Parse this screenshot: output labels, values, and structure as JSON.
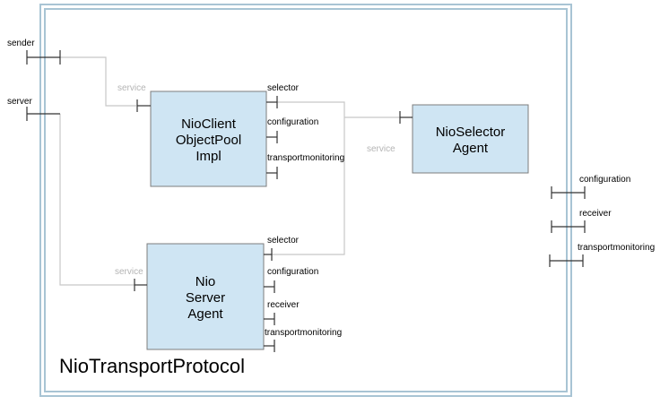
{
  "container": {
    "title": "NioTransportProtocol",
    "outer_ports": {
      "sender": "sender",
      "server": "server",
      "configuration": "configuration",
      "receiver": "receiver",
      "transportmonitoring": "transportmonitoring"
    }
  },
  "client_pool": {
    "lines": [
      "NioClient",
      "ObjectPool",
      "Impl"
    ],
    "service_label": "service",
    "ports": {
      "selector": "selector",
      "configuration": "configuration",
      "transportmonitoring": "transportmonitoring"
    }
  },
  "selector_agent": {
    "lines": [
      "NioSelector",
      "Agent"
    ],
    "service_label": "service"
  },
  "server_agent": {
    "lines": [
      "Nio",
      "Server",
      "Agent"
    ],
    "service_label": "service",
    "ports": {
      "selector": "selector",
      "configuration": "configuration",
      "receiver": "receiver",
      "transportmonitoring": "transportmonitoring"
    }
  },
  "colors": {
    "component_fill": "#cfe5f3",
    "component_stroke": "#7d7d7d",
    "frame_stroke": "#a8c4d4",
    "wire": "#c8c8c8"
  }
}
